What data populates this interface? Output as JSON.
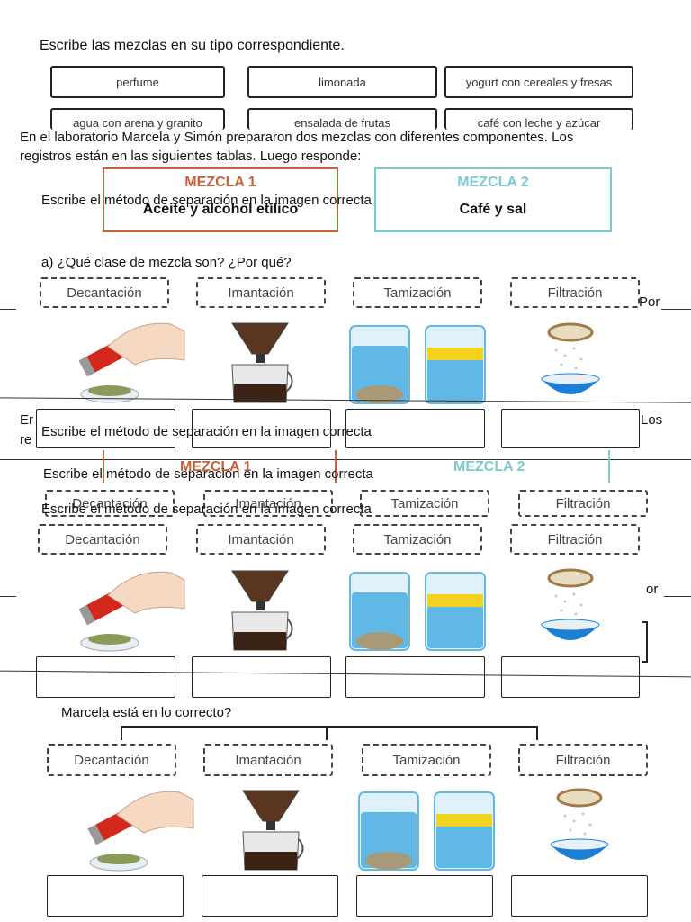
{
  "instruction_types": "Escribe las mezclas en su tipo correspondiente.",
  "mixtures": [
    "perfume",
    "limonada",
    "yogurt con cereales y fresas",
    "agua con arena y granito",
    "ensalada de frutas",
    "café con leche y azúcar"
  ],
  "lab_intro_1": "En el laboratorio Marcela y Simón prepararon dos mezclas con diferentes componentes. Los",
  "lab_intro_2": "registros están en las siguientes tablas. Luego responde:",
  "mezcla1_head": "MEZCLA 1",
  "mezcla1_body": "Aceite y alcohol etílico",
  "mezcla2_head": "MEZCLA 2",
  "mezcla2_body": "Café y sal",
  "method_instruction": "Escribe el método de separación en la imagen correcta",
  "question_a": "a)  ¿Qué clase de mezcla son? ¿Por qué?",
  "methods": [
    "Decantación",
    "Imantación",
    "Tamización",
    "Filtración"
  ],
  "fragment_por": "Por",
  "fragment_er": "Er",
  "fragment_re": "re",
  "fragment_los": "Los",
  "fragment_or": "or",
  "question_marcela": "Marcela está en lo correcto?",
  "colors": {
    "mezcla1": "#c8613a",
    "mezcla2": "#7ec8d0",
    "magnet_red": "#d3281c",
    "water": "#5fb8e6",
    "oil": "#f2d21e",
    "bowl_blue": "#1c7fd6"
  }
}
